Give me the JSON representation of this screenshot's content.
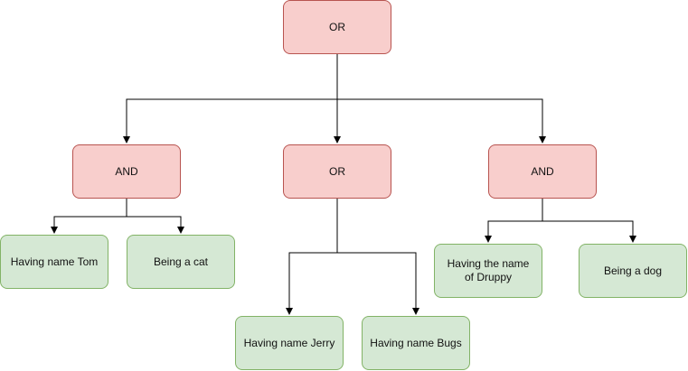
{
  "diagram": {
    "colors": {
      "logic_fill": "#f8cecc",
      "logic_stroke": "#b85450",
      "leaf_fill": "#d5e8d4",
      "leaf_stroke": "#82b366",
      "edge": "#000000"
    },
    "root": {
      "label": "OR"
    },
    "groups": [
      {
        "label": "AND",
        "children": [
          "Having name Tom",
          "Being a cat"
        ]
      },
      {
        "label": "OR",
        "children": [
          "Having name Jerry",
          "Having name Bugs"
        ]
      },
      {
        "label": "AND",
        "children": [
          "Having the name of Druppy",
          "Being a dog"
        ]
      }
    ]
  }
}
